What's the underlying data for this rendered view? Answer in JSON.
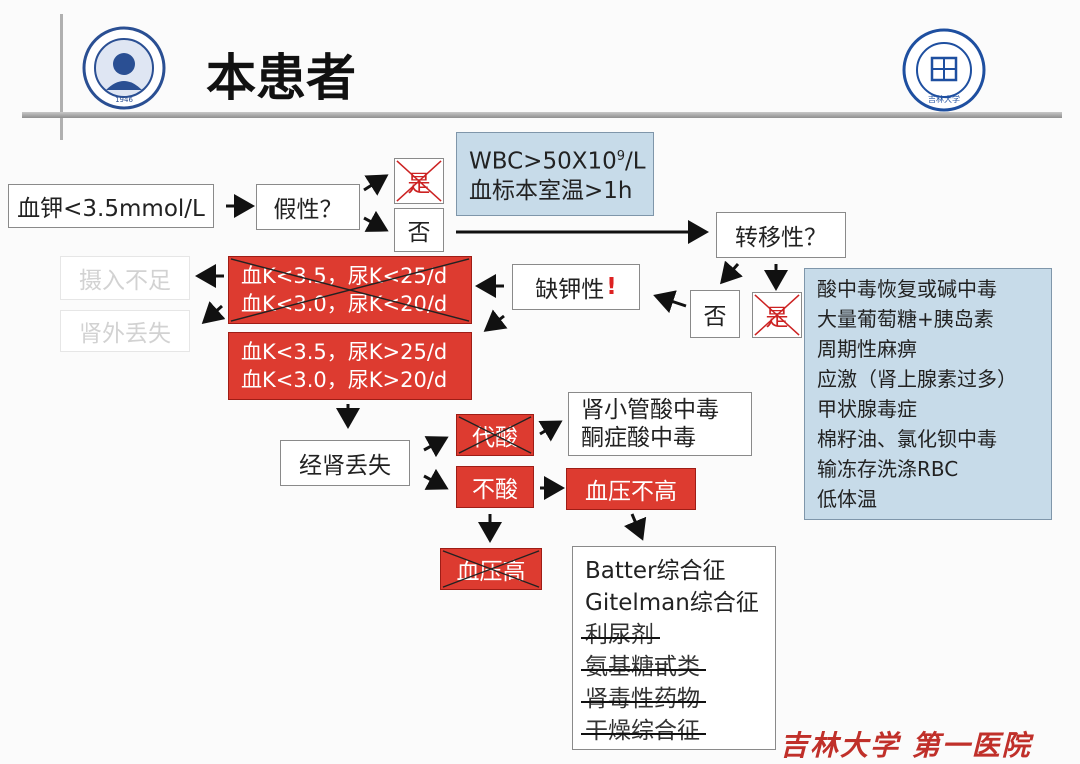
{
  "header": {
    "title": "本患者"
  },
  "logos": {
    "left_seal_year": "1946",
    "right_seal_text": "吉林大学"
  },
  "nodes": {
    "potassium": "血钾<3.5mmol/L",
    "pseudo": "假性？",
    "yes1": "是",
    "no1": "否",
    "wbc_line1": "WBC>50X10",
    "wbc_sup": "9",
    "wbc_unit": "/L",
    "wbc_line2": "血标本室温>1h",
    "transfer": "转移性？",
    "no2": "否",
    "yes2": "是",
    "deficit": "缺钾性",
    "deficit_mark": "!",
    "intake": "摄入不足",
    "extrarenal": "肾外丢失",
    "low_urine": [
      "血K<3.5，尿K<25/d",
      "血K<3.0，尿K<20/d"
    ],
    "high_urine": [
      "血K<3.5，尿K>25/d",
      "血K<3.0，尿K>20/d"
    ],
    "renal_loss": "经肾丢失",
    "acidosis": "代酸",
    "no_acid": "不酸",
    "tubular": [
      "肾小管酸中毒",
      "酮症酸中毒"
    ],
    "bp_not_high": "血压不高",
    "bp_high": "血压高",
    "transfer_causes": [
      "酸中毒恢复或碱中毒",
      "大量葡萄糖+胰岛素",
      "周期性麻痹",
      "应激（肾上腺素过多）",
      "甲状腺毒症",
      "棉籽油、氯化钡中毒",
      "输冻存洗涤RBC",
      "低体温"
    ],
    "syndromes": [
      "Batter综合征",
      "Gitelman综合征",
      "利尿剂",
      "氨基糖甙类",
      "肾毒性药物",
      "干燥综合征"
    ]
  },
  "footer": {
    "institution_text": "吉林大学 第一医院"
  },
  "colors": {
    "red_fill": "#dd3b30",
    "blue_fill": "#c7dbe9",
    "title_rule": "#9a9a9a"
  }
}
